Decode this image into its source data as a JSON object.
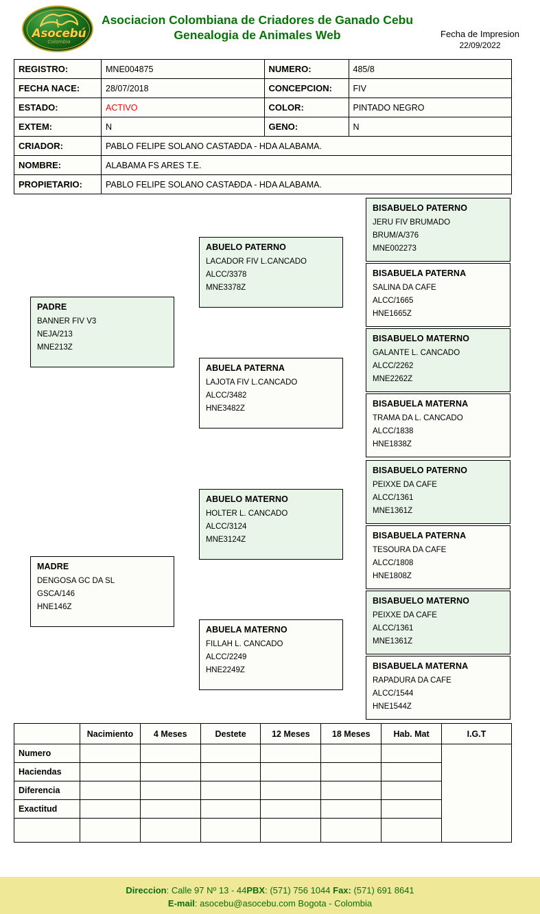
{
  "header": {
    "logo": {
      "word": "Asocebú",
      "sub": "Colombia",
      "icon": "bull-silhouette-icon"
    },
    "title_line1": "Asociacion Colombiana de Criadores de Ganado Cebu",
    "title_line2": "Genealogia de Animales Web",
    "print_date_label": "Fecha de Impresion",
    "print_date_value": "22/09/2022",
    "brand_green": "#077407"
  },
  "info": {
    "registro_label": "REGISTRO:",
    "registro_value": "MNE004875",
    "numero_label": "NUMERO:",
    "numero_value": "485/8",
    "fecha_nace_label": "FECHA NACE:",
    "fecha_nace_value": "28/07/2018",
    "concepcion_label": "CONCEPCION:",
    "concepcion_value": "FIV",
    "estado_label": "ESTADO:",
    "estado_value": "ACTIVO",
    "estado_color": "#ff0000",
    "color_label": "COLOR:",
    "color_value": "PINTADO NEGRO",
    "extem_label": "EXTEM:",
    "extem_value": "N",
    "geno_label": "GENO:",
    "geno_value": "N",
    "criador_label": "CRIADOR:",
    "criador_value": "PABLO FELIPE SOLANO CASTAĐDA - HDA ALABAMA.",
    "nombre_label": "NOMBRE:",
    "nombre_value": "ALABAMA FS ARES T.E.",
    "propietario_label": "PROPIETARIO:",
    "propietario_value": "PABLO FELIPE SOLANO CASTAĐDA - HDA ALABAMA."
  },
  "pedigree": {
    "padre": {
      "title": "PADRE",
      "name": "BANNER FIV V3",
      "code": "NEJA/213",
      "reg": "MNE213Z",
      "sex": "male"
    },
    "madre": {
      "title": "MADRE",
      "name": "DENGOSA GC DA SL",
      "code": "GSCA/146",
      "reg": "HNE146Z",
      "sex": "female"
    },
    "abuelo_paterno": {
      "title": "ABUELO PATERNO",
      "name": "LACADOR FIV L.CANCADO",
      "code": "ALCC/3378",
      "reg": "MNE3378Z",
      "sex": "male"
    },
    "abuela_paterna": {
      "title": "ABUELA PATERNA",
      "name": "LAJOTA FIV L.CANCADO",
      "code": "ALCC/3482",
      "reg": "HNE3482Z",
      "sex": "female"
    },
    "abuelo_materno": {
      "title": "ABUELO MATERNO",
      "name": "HOLTER L. CANCADO",
      "code": "ALCC/3124",
      "reg": "MNE3124Z",
      "sex": "male"
    },
    "abuela_materno": {
      "title": "ABUELA MATERNO",
      "name": "FILLAH L. CANCADO",
      "code": "ALCC/2249",
      "reg": "HNE2249Z",
      "sex": "female"
    },
    "bis1": {
      "title": "BISABUELO PATERNO",
      "name": "JERU FIV BRUMADO",
      "code": "BRUM/A/376",
      "reg": "MNE002273",
      "sex": "male"
    },
    "bis2": {
      "title": "BISABUELA PATERNA",
      "name": "SALINA DA CAFE",
      "code": "ALCC/1665",
      "reg": "HNE1665Z",
      "sex": "female"
    },
    "bis3": {
      "title": "BISABUELO MATERNO",
      "name": "GALANTE L. CANCADO",
      "code": "ALCC/2262",
      "reg": "MNE2262Z",
      "sex": "male"
    },
    "bis4": {
      "title": "BISABUELA MATERNA",
      "name": "TRAMA DA L. CANCADO",
      "code": "ALCC/1838",
      "reg": "HNE1838Z",
      "sex": "female"
    },
    "bis5": {
      "title": "BISABUELO PATERNO",
      "name": "PEIXXE DA CAFE",
      "code": "ALCC/1361",
      "reg": "MNE1361Z",
      "sex": "male"
    },
    "bis6": {
      "title": "BISABUELA PATERNA",
      "name": "TESOURA DA CAFE",
      "code": "ALCC/1808",
      "reg": "HNE1808Z",
      "sex": "female"
    },
    "bis7": {
      "title": "BISABUELO MATERNO",
      "name": "PEIXXE DA CAFE",
      "code": "ALCC/1361",
      "reg": "MNE1361Z",
      "sex": "male"
    },
    "bis8": {
      "title": "BISABUELA MATERNA",
      "name": "RAPADURA DA CAFE",
      "code": "ALCC/1544",
      "reg": "HNE1544Z",
      "sex": "female"
    },
    "male_fill": "#eaf5ea",
    "female_fill": "#fcfcf9"
  },
  "measures": {
    "headers": [
      "",
      "Nacimiento",
      "4 Meses",
      "Destete",
      "12 Meses",
      "18 Meses",
      "Hab. Mat",
      "I.G.T"
    ],
    "rows": [
      {
        "label": "Numero",
        "cells": [
          "",
          "",
          "",
          "",
          "",
          ""
        ]
      },
      {
        "label": "Haciendas",
        "cells": [
          "",
          "",
          "",
          "",
          "",
          ""
        ]
      },
      {
        "label": "Diferencia",
        "cells": [
          "",
          "",
          "",
          "",
          "",
          ""
        ]
      },
      {
        "label": "Exactitud",
        "cells": [
          "",
          "",
          "",
          "",
          "",
          ""
        ]
      },
      {
        "label": "",
        "cells": [
          "",
          "",
          "",
          "",
          "",
          ""
        ]
      }
    ],
    "igt_value": ""
  },
  "footer": {
    "direccion_label": "Direccion",
    "direccion_value": ": Calle 97 Nº  13 - 44",
    "pbx_label": "PBX",
    "pbx_value": ": (571) 756 1044 ",
    "fax_label": "Fax:",
    "fax_value": " (571) 691 8641",
    "email_label": "E-mail",
    "email_value": ": asocebu@asocebu.com Bogota - Colombia",
    "background": "#efe896",
    "text_color": "#0d6b12"
  }
}
